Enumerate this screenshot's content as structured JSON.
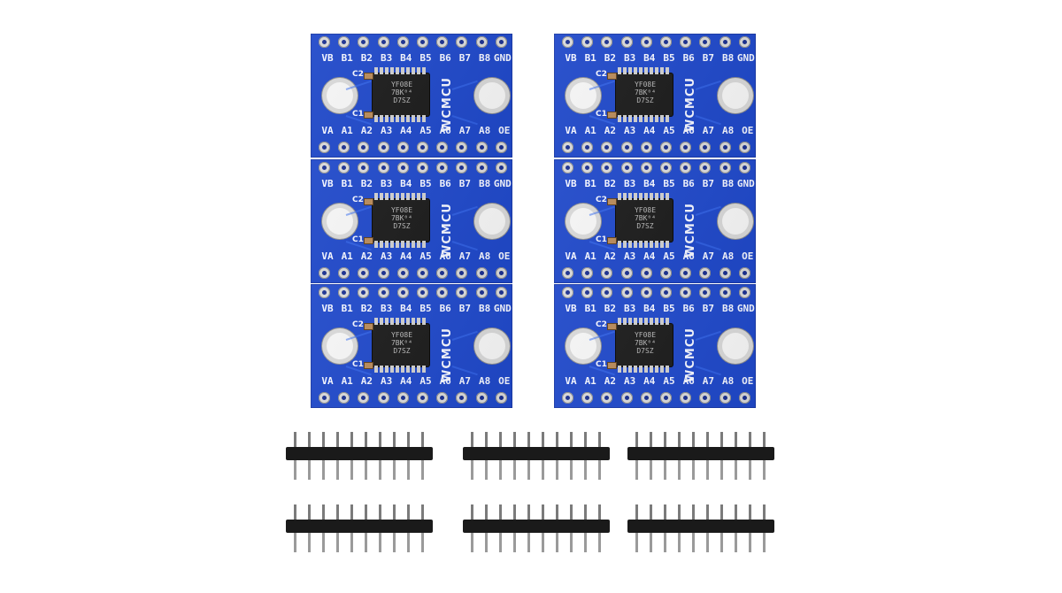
{
  "board": {
    "top_labels": [
      "VB",
      "B1",
      "B2",
      "B3",
      "B4",
      "B5",
      "B6",
      "B7",
      "B8",
      "GND"
    ],
    "bottom_labels": [
      "VA",
      "A1",
      "A2",
      "A3",
      "A4",
      "A5",
      "A6",
      "A7",
      "A8",
      "OE"
    ],
    "cap_top": "C2",
    "cap_bottom": "C1",
    "chip_lines": [
      "YF08E",
      "7BK⁰⁴",
      "D7SZ"
    ],
    "brand": "WCMCU"
  },
  "board_count": 6,
  "header_count": 6,
  "header_pins_each": 10,
  "colors": {
    "pcb": "#1f48c9",
    "pad": "#d9d9d9",
    "silkscreen": "#f4f6ff",
    "header_plastic": "#1a1a1a"
  }
}
